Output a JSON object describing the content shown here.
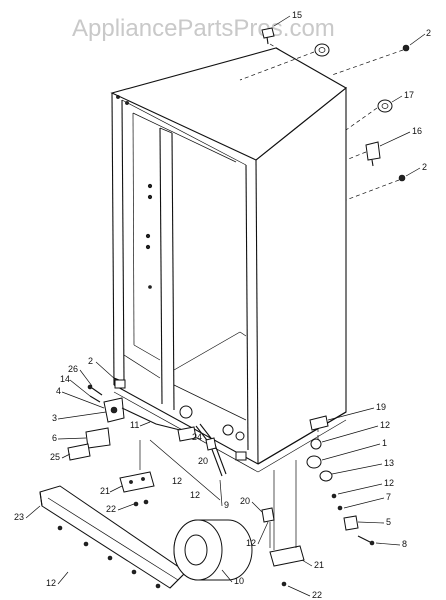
{
  "watermark": "AppliancePartsPros.com",
  "callouts": [
    "15",
    "2",
    "17",
    "16",
    "2",
    "2",
    "26",
    "14",
    "4",
    "3",
    "6",
    "25",
    "11",
    "24",
    "20",
    "9",
    "12",
    "21",
    "22",
    "23",
    "12",
    "10",
    "20",
    "12",
    "21",
    "22",
    "19",
    "12",
    "1",
    "13",
    "12",
    "7",
    "5",
    "8"
  ]
}
